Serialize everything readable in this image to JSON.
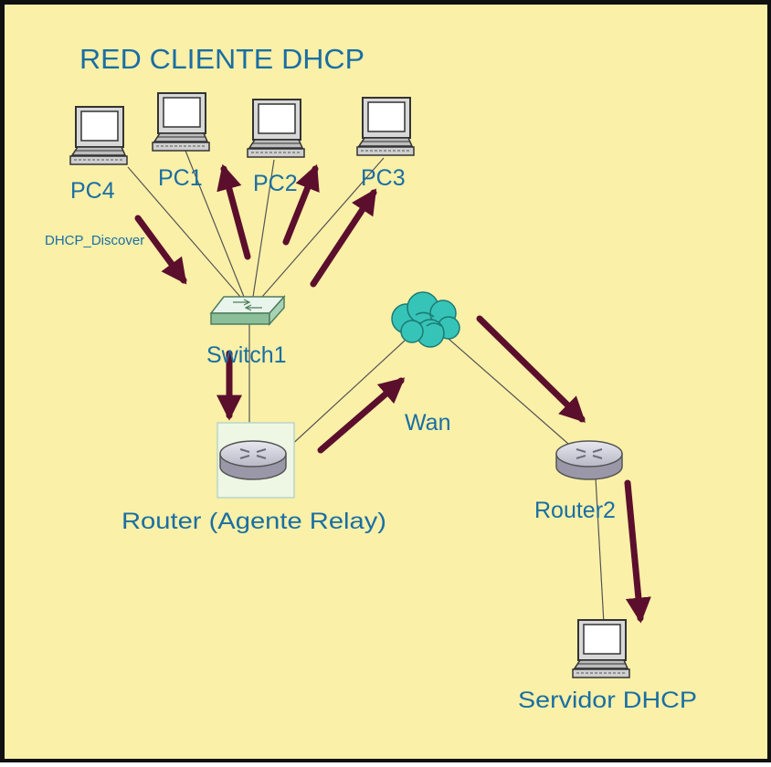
{
  "title": "RED CLIENTE DHCP",
  "colors": {
    "background": "#faf0a8",
    "border": "#111111",
    "label": "#1a6ea3",
    "arrow": "#5b0f2c",
    "link": "#555555"
  },
  "nodes": {
    "pc1": {
      "label": "PC1",
      "icon": "computer-icon"
    },
    "pc2": {
      "label": "PC2",
      "icon": "computer-icon"
    },
    "pc3": {
      "label": "PC3",
      "icon": "computer-icon"
    },
    "pc4": {
      "label": "PC4",
      "icon": "computer-icon"
    },
    "switch1": {
      "label": "Switch1",
      "icon": "switch-icon"
    },
    "router_relay": {
      "label": "Router (Agente Relay)",
      "icon": "router-icon"
    },
    "wan": {
      "label": "Wan",
      "icon": "cloud-icon"
    },
    "router2": {
      "label": "Router2",
      "icon": "router-icon"
    },
    "server": {
      "label": "Servidor DHCP",
      "icon": "computer-icon"
    }
  },
  "annotations": {
    "discover": "DHCP_Discover"
  }
}
